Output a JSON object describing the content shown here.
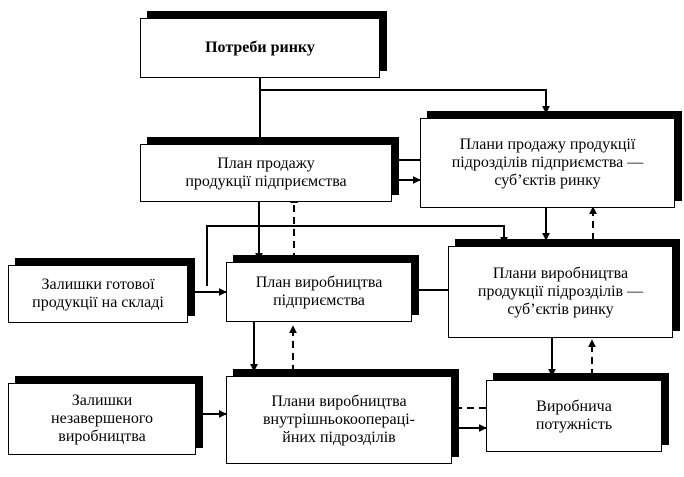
{
  "boxes": {
    "market_needs": "Потреби ринку",
    "enterprise_sales_plan": "План продажу\nпродукції підприємства",
    "division_sales_plans": "Плани продажу продукції\nпідрозділів підприємства —\nсуб’єктів ринку",
    "finished_goods_stock": "Залишки готової\nпродукції на складі",
    "enterprise_production_plan": "План виробництва\nпідприємства",
    "division_production_plans": "Плани виробництва\nпродукції підрозділів —\nсуб’єктів ринку",
    "wip_stock": "Залишки\nнезавершеного\nвиробництва",
    "cooperative_production_plans": "Плани виробництва\nвнутрішньокоопераці-\nйних підрозділів",
    "production_capacity": "Виробнича\nпотужність"
  }
}
